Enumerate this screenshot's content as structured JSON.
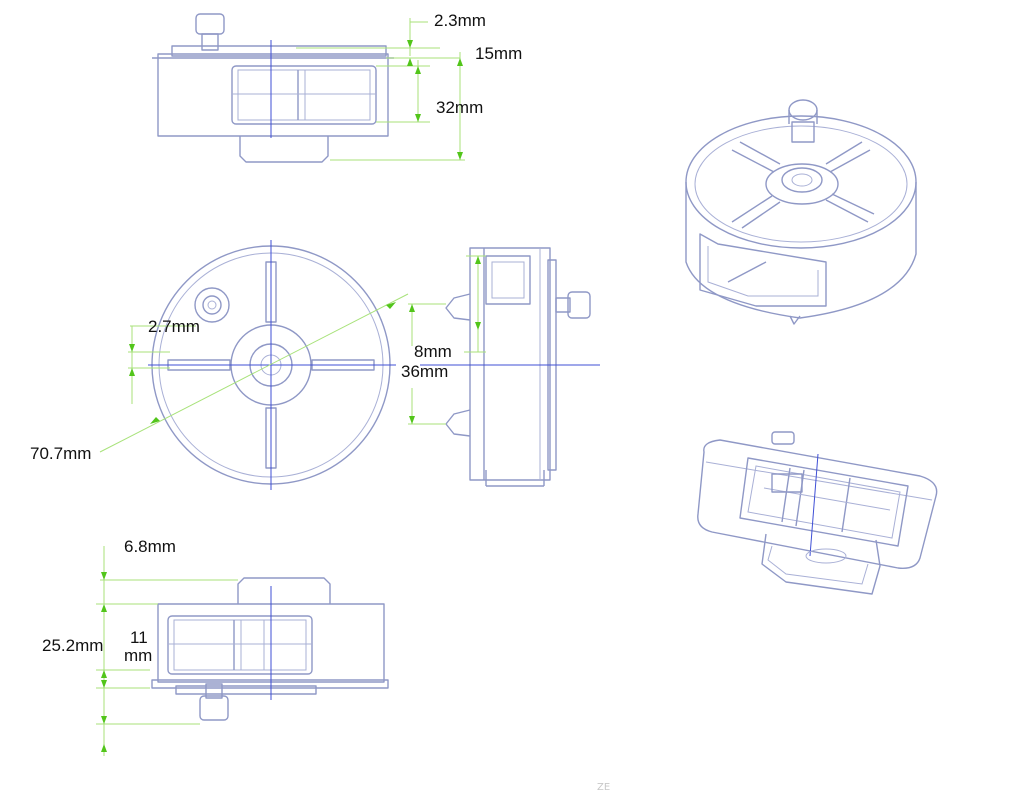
{
  "dimensions": {
    "top_view_tab_height": "2.3mm",
    "top_view_slot_depth": "15mm",
    "top_view_total_height": "32mm",
    "front_view_pin_diameter": "2.7mm",
    "front_view_diameter": "70.7mm",
    "side_view_tab_length": "8mm",
    "side_view_span": "36mm",
    "bottom_view_tab_height": "6.8mm",
    "bottom_view_body_height": "25.2mm",
    "bottom_view_pin_height_line1": "11",
    "bottom_view_pin_height_line2": "mm"
  },
  "watermark": "ZE",
  "colors": {
    "outline": "#8f98c6",
    "centerline": "#3f4fd6",
    "dimension_line": "#a8e27a",
    "dimension_arrow": "#52c51a",
    "text": "#111111"
  }
}
